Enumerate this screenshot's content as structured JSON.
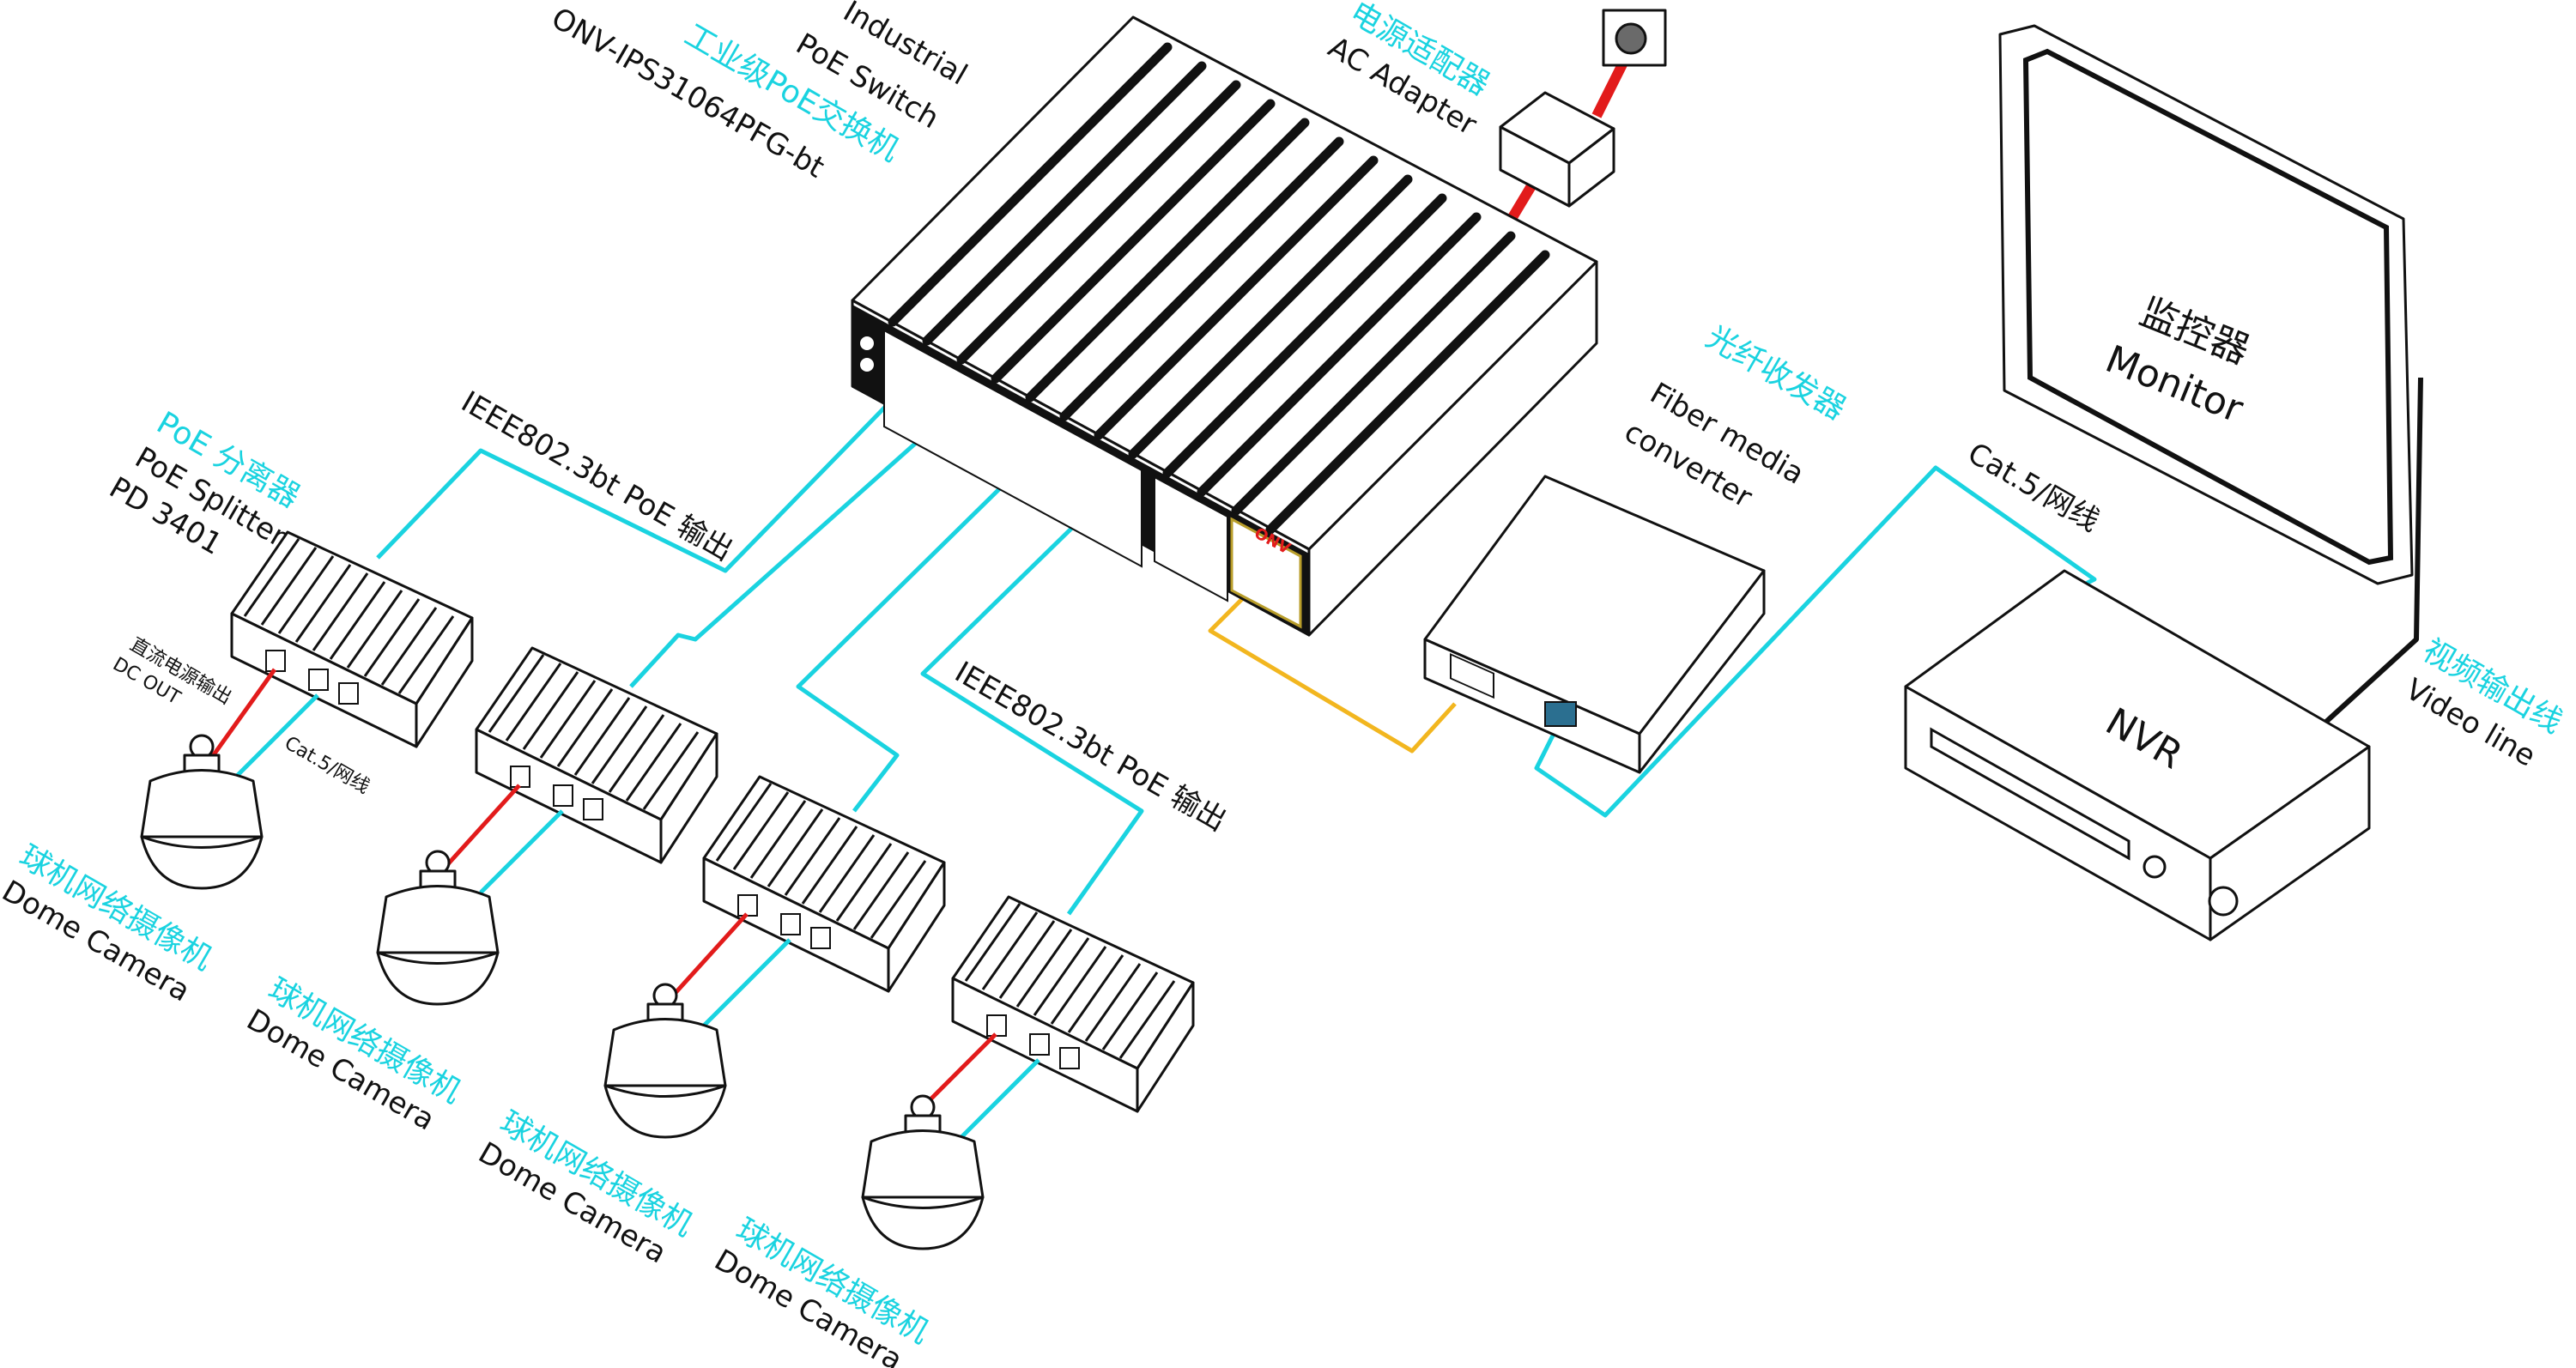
{
  "switch": {
    "title_line1": "Industrial",
    "title_line2": "PoE Switch",
    "title_cn": "工业级PoE交换机",
    "model": "ONV-IPS31064PFG-bt",
    "brand": "ONV"
  },
  "adapter": {
    "label_cn": "电源适配器",
    "label": "AC Adapter"
  },
  "monitor": {
    "label_cn": "监控器",
    "label": "Monitor"
  },
  "nvr": {
    "label": "NVR"
  },
  "video_line": {
    "label_cn": "视频输出线",
    "label": "Video line"
  },
  "fiber": {
    "label_cn": "光纤收发器",
    "label_line1": "Fiber media",
    "label_line2": "converter"
  },
  "cat5_top": {
    "label": "Cat.5/网线"
  },
  "poe_output_1": {
    "label": "IEEE802.3bt PoE 输出"
  },
  "poe_output_2": {
    "label": "IEEE802.3bt PoE 输出"
  },
  "splitter": {
    "label_cn": "PoE 分离器",
    "label_line1": "PoE Splitter",
    "label_line2": "PD 3401",
    "dc_out_cn": "直流电源输出",
    "dc_out": "DC OUT",
    "cat5": "Cat.5/网线"
  },
  "cameras": [
    {
      "label_cn": "球机网络摄像机",
      "label": "Dome Camera"
    },
    {
      "label_cn": "球机网络摄像机",
      "label": "Dome Camera"
    },
    {
      "label_cn": "球机网络摄像机",
      "label": "Dome Camera"
    },
    {
      "label_cn": "球机网络摄像机",
      "label": "Dome Camera"
    }
  ],
  "colors": {
    "poe_cable": "#1ad3e0",
    "dc_cable": "#e21b1b",
    "fiber_cable": "#f2b61f",
    "video_cable": "#111111",
    "label_cn": "#1ad3e0"
  }
}
